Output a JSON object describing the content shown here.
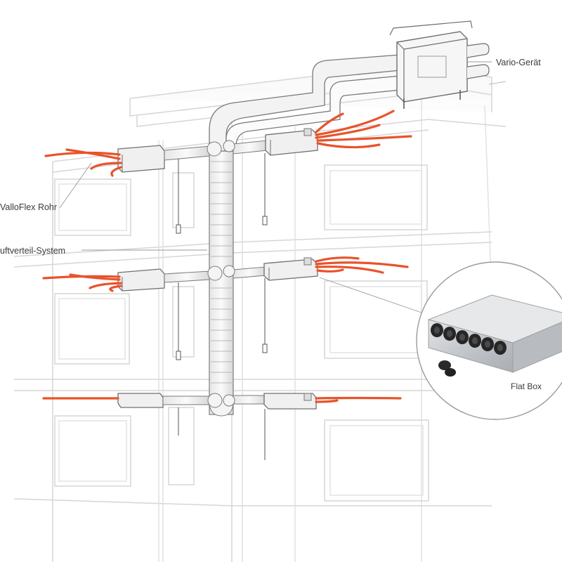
{
  "labels": {
    "vario_geraet": "Vario-Gerät",
    "valloflex_rohr": "ValloFlex Rohr",
    "luftverteil_system": "uftverteil-System",
    "flat_box": "Flat Box"
  },
  "colors": {
    "background": "#ffffff",
    "building_line": "#d9d9d9",
    "duct_fill": "#f1f1f1",
    "duct_stroke": "#7a7a7a",
    "flex_pipe": "#e8532b",
    "flatbox_metal": "#c9cbce",
    "callout_circle": "#9a9a9a"
  },
  "icons": {
    "flat_box_product": "flat-box-distributor-icon",
    "vario_unit": "ventilation-unit-icon"
  }
}
